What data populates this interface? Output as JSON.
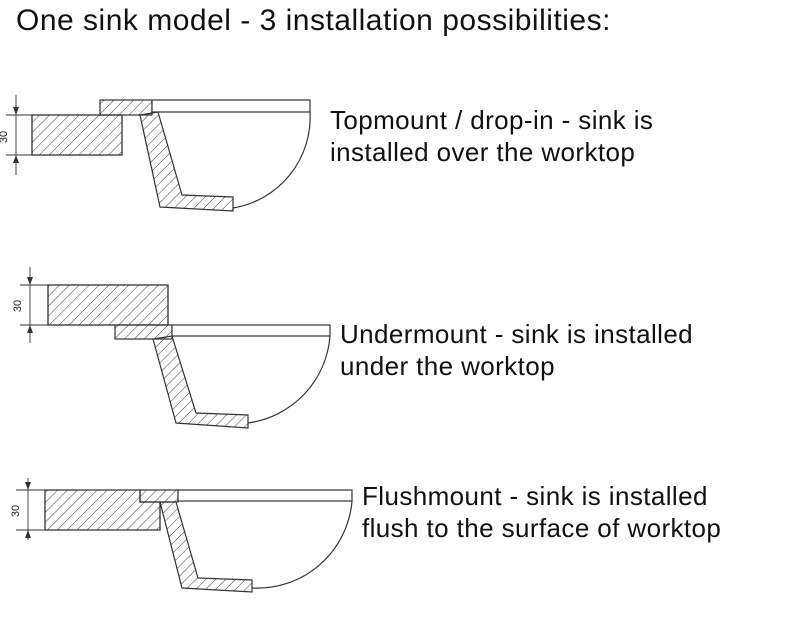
{
  "title": "One sink model - 3 installation possibilities:",
  "diagrams": [
    {
      "id": "topmount",
      "dimension_label": "30",
      "caption_line1": "Topmount / drop-in - sink is",
      "caption_line2": "installed over the worktop"
    },
    {
      "id": "undermount",
      "dimension_label": "30",
      "caption_line1": "Undermount - sink is installed",
      "caption_line2": "under the worktop"
    },
    {
      "id": "flushmount",
      "dimension_label": "30",
      "caption_line1": "Flushmount - sink is installed",
      "caption_line2": "flush to the surface of worktop"
    }
  ],
  "colors": {
    "line": "#333333",
    "text": "#111111",
    "background": "#ffffff"
  }
}
